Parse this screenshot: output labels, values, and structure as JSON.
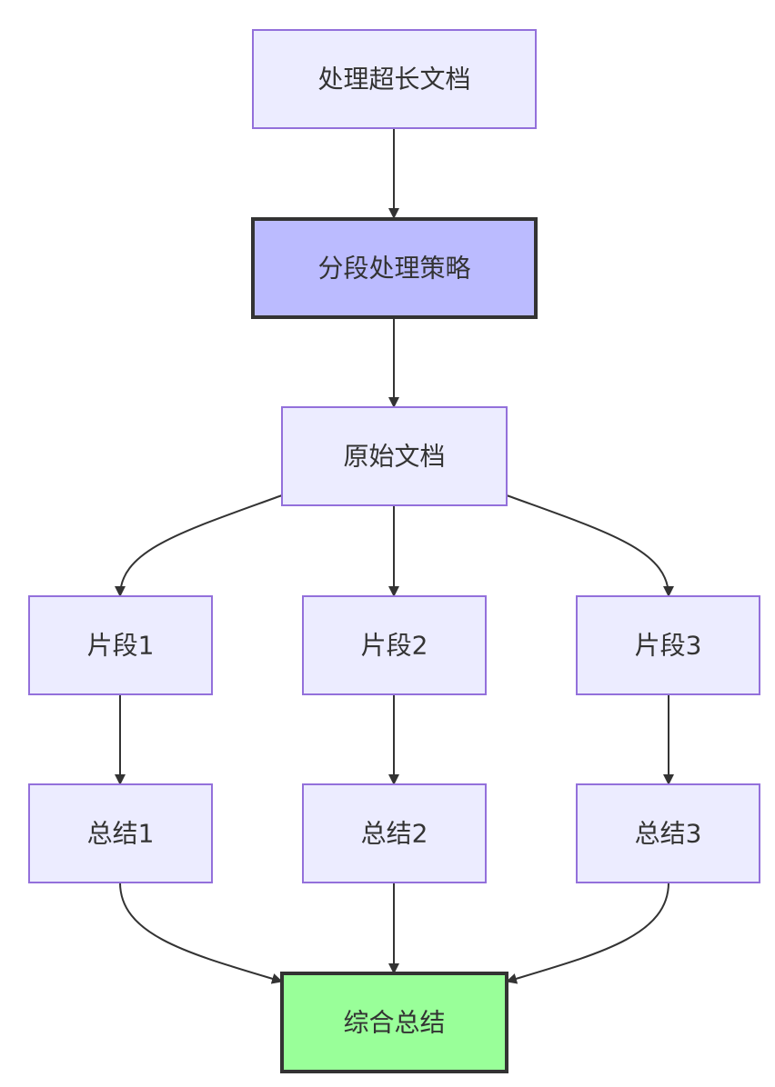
{
  "diagram": {
    "colors": {
      "default_fill": "#ECECFF",
      "default_stroke": "#9370DB",
      "strategy_fill": "#BBBBFF",
      "final_fill": "#99FF99",
      "highlight_stroke": "#333333",
      "edge": "#333333",
      "text": "#333333"
    },
    "nodes": {
      "process_long_doc": "处理超长文档",
      "segment_strategy": "分段处理策略",
      "original_doc": "原始文档",
      "fragment_1": "片段1",
      "fragment_2": "片段2",
      "fragment_3": "片段3",
      "summary_1": "总结1",
      "summary_2": "总结2",
      "summary_3": "总结3",
      "final_summary": "综合总结"
    }
  }
}
